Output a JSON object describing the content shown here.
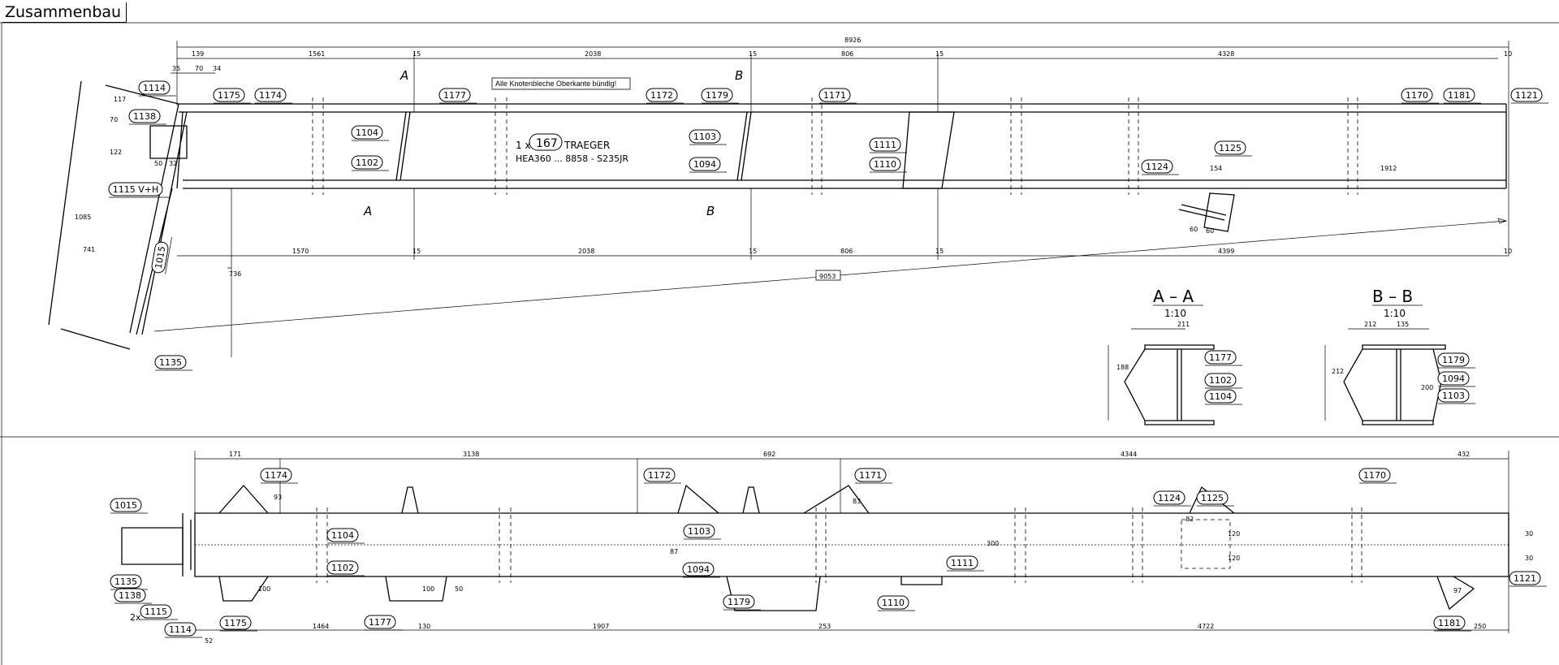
{
  "title": "Zusammenbau",
  "note": "Alle Knotenbleche Oberkante bündig!",
  "profile": {
    "qty": "1 x",
    "mark": "167",
    "name": "TRAEGER",
    "spec": "HEA360 ... 8858 - S235JR"
  },
  "sections": [
    {
      "title": "A – A",
      "scale": "1:10"
    },
    {
      "title": "B – B",
      "scale": "1:10"
    }
  ],
  "section_marks": [
    "A",
    "A",
    "B",
    "B"
  ],
  "qty_prefix": "2x",
  "callouts": [
    "1114",
    "1175",
    "1174",
    "1177",
    "1138",
    "1104",
    "1102",
    "1115 V+H",
    "1135",
    "1172",
    "1179",
    "1171",
    "1103",
    "1094",
    "1111",
    "1110",
    "1170",
    "1181",
    "1121",
    "1124",
    "1125",
    "1177",
    "1102",
    "1104",
    "1179",
    "1094",
    "1103",
    "1174",
    "1172",
    "1171",
    "1170",
    "1124",
    "1125",
    "1015",
    "1104",
    "1103",
    "1102",
    "1094",
    "1111",
    "1135",
    "1138",
    "1115",
    "1114",
    "1175",
    "1177",
    "1179",
    "1110",
    "1121",
    "1181",
    "1015"
  ],
  "dimensions": [
    "8926",
    "139",
    "1561",
    "15",
    "2038",
    "15",
    "806",
    "15",
    "4328",
    "10",
    "35",
    "70",
    "34",
    "1570",
    "15",
    "2038",
    "15",
    "806",
    "15",
    "4399",
    "10",
    "9053",
    "1085",
    "741",
    "736",
    "117",
    "70",
    "122",
    "50",
    "32",
    "1912",
    "154",
    "60",
    "60",
    "211",
    "188",
    "212",
    "135",
    "212",
    "200",
    "171",
    "3138",
    "692",
    "4344",
    "432",
    "52",
    "1464",
    "130",
    "1907",
    "253",
    "4722",
    "250",
    "93",
    "83",
    "82",
    "87",
    "100",
    "100",
    "300",
    "120",
    "120",
    "30",
    "30",
    "97",
    "50"
  ]
}
